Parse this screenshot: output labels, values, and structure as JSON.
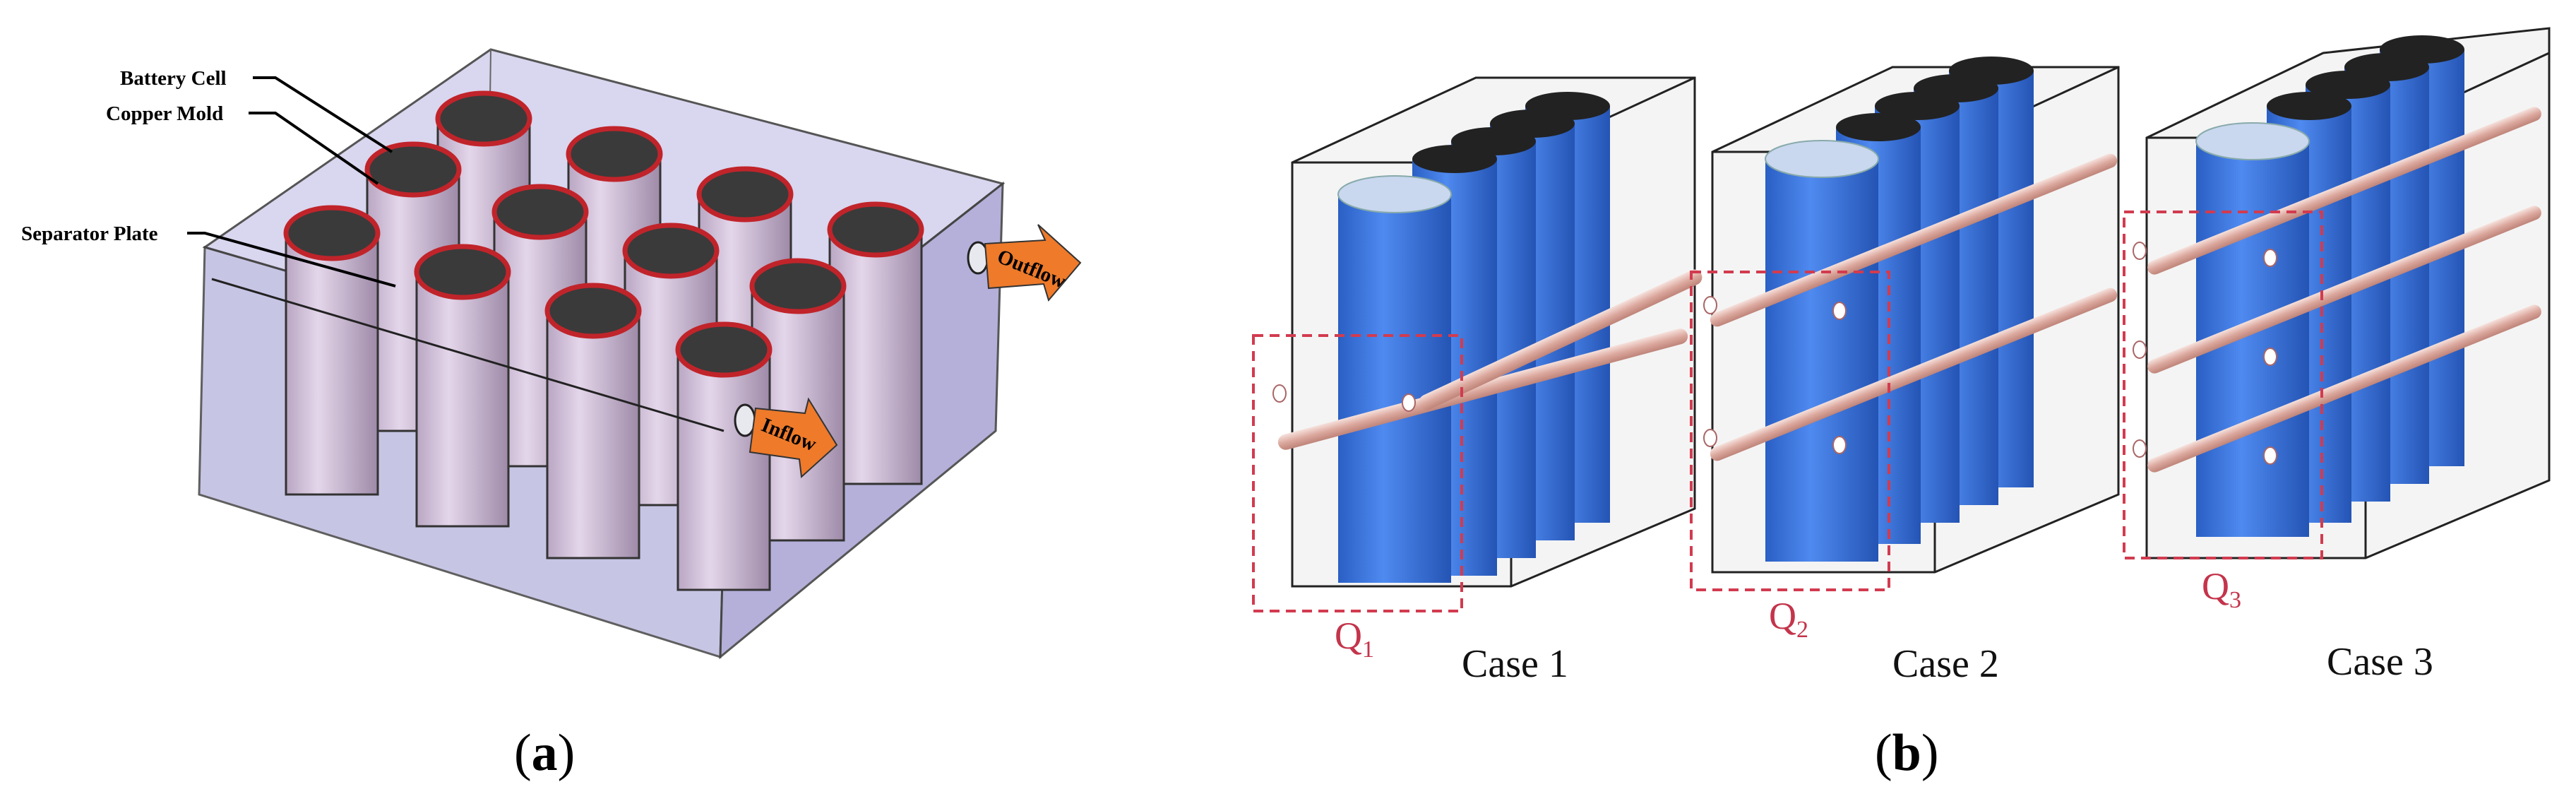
{
  "panel_a": {
    "labels": {
      "battery_cell": "Battery Cell",
      "copper_mold": "Copper Mold",
      "separator_plate": "Separator Plate",
      "outflow": "Outflow",
      "inflow": "Inflow"
    },
    "caption_letter": "a"
  },
  "panel_b": {
    "cases": [
      {
        "label": "Case 1",
        "q_main": "Q",
        "q_sub": "1"
      },
      {
        "label": "Case 2",
        "q_main": "Q",
        "q_sub": "2"
      },
      {
        "label": "Case 3",
        "q_main": "Q",
        "q_sub": "3"
      }
    ],
    "caption_letter": "b"
  },
  "colors": {
    "box_fill": "#c9c6e6",
    "cell_fill": "#cbb8d2",
    "cell_top": "#3a3a3a",
    "copper_ring": "#c0242a",
    "arrow": "#ee7a2a",
    "blue_cell": "#3d74d8",
    "pipe": "#e6c2bb",
    "dashed_box": "#d23b4f"
  }
}
